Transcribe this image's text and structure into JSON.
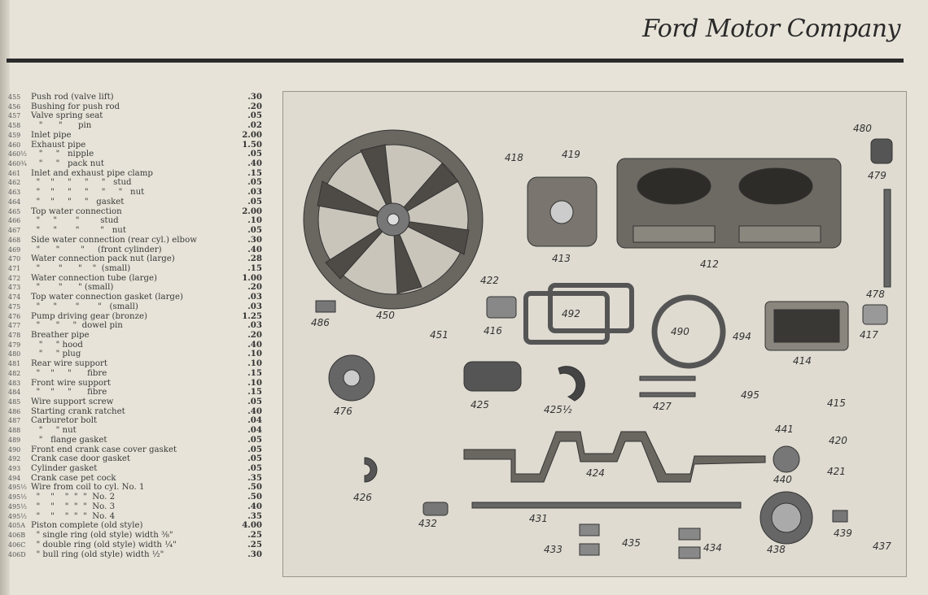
{
  "header": {
    "logo": "Ford Motor Company"
  },
  "parts_list": [
    {
      "num": "455",
      "desc": "Push rod (valve lift)",
      "price": ".30"
    },
    {
      "num": "456",
      "desc": "Bushing for push rod",
      "price": ".20"
    },
    {
      "num": "457",
      "desc": "Valve spring seat",
      "price": ".05"
    },
    {
      "num": "458",
      "desc": "   \"      \"      pin",
      "price": ".02"
    },
    {
      "num": "459",
      "desc": "Inlet pipe",
      "price": "2.00"
    },
    {
      "num": "460",
      "desc": "Exhaust pipe",
      "price": "1.50"
    },
    {
      "num": "460½",
      "desc": "   \"     \"   nipple",
      "price": ".05"
    },
    {
      "num": "460¾",
      "desc": "   \"     \"   pack nut",
      "price": ".40"
    },
    {
      "num": "461",
      "desc": "Inlet and exhaust pipe clamp",
      "price": ".15"
    },
    {
      "num": "462",
      "desc": "  \"    \"     \"     \"     \"   stud",
      "price": ".05"
    },
    {
      "num": "463",
      "desc": "  \"    \"     \"     \"     \"     \"   nut",
      "price": ".03"
    },
    {
      "num": "464",
      "desc": "  \"    \"     \"     \"   gasket",
      "price": ".05"
    },
    {
      "num": "465",
      "desc": "Top water connection",
      "price": "2.00"
    },
    {
      "num": "466",
      "desc": "  \"     \"       \"        stud",
      "price": ".10"
    },
    {
      "num": "467",
      "desc": "  \"     \"       \"        \"   nut",
      "price": ".05"
    },
    {
      "num": "468",
      "desc": "Side water connection (rear cyl.) elbow",
      "price": ".30"
    },
    {
      "num": "469",
      "desc": "  \"      \"        \"     (front cylinder)",
      "price": ".40"
    },
    {
      "num": "470",
      "desc": "Water connection pack nut (large)",
      "price": ".28"
    },
    {
      "num": "471",
      "desc": "  \"       \"      \"    \"  (small)",
      "price": ".15"
    },
    {
      "num": "472",
      "desc": "Water connection tube (large)",
      "price": "1.00"
    },
    {
      "num": "473",
      "desc": "  \"       \"      \" (small)",
      "price": ".20"
    },
    {
      "num": "474",
      "desc": "Top water connection gasket (large)",
      "price": ".03"
    },
    {
      "num": "475",
      "desc": "  \"     \"       \"       \"   (small)",
      "price": ".03"
    },
    {
      "num": "476",
      "desc": "Pump driving gear (bronze)",
      "price": "1.25"
    },
    {
      "num": "477",
      "desc": "  \"      \"     \"  dowel pin",
      "price": ".03"
    },
    {
      "num": "478",
      "desc": "Breather pipe",
      "price": ".20"
    },
    {
      "num": "479",
      "desc": "   \"     \" hood",
      "price": ".40"
    },
    {
      "num": "480",
      "desc": "   \"     \" plug",
      "price": ".10"
    },
    {
      "num": "481",
      "desc": "Rear wire support",
      "price": ".10"
    },
    {
      "num": "482",
      "desc": "  \"    \"     \"      fibre",
      "price": ".15"
    },
    {
      "num": "483",
      "desc": "Front wire support",
      "price": ".10"
    },
    {
      "num": "484",
      "desc": "  \"    \"     \"      fibre",
      "price": ".15"
    },
    {
      "num": "485",
      "desc": "Wire support screw",
      "price": ".05"
    },
    {
      "num": "486",
      "desc": "Starting crank ratchet",
      "price": ".40"
    },
    {
      "num": "487",
      "desc": "Carburetor bolt",
      "price": ".04"
    },
    {
      "num": "488",
      "desc": "   \"     \" nut",
      "price": ".04"
    },
    {
      "num": "489",
      "desc": "   \"   flange gasket",
      "price": ".05"
    },
    {
      "num": "490",
      "desc": "Front end crank case cover gasket",
      "price": ".05"
    },
    {
      "num": "492",
      "desc": "Crank case door gasket",
      "price": ".05"
    },
    {
      "num": "493",
      "desc": "Cylinder gasket",
      "price": ".05"
    },
    {
      "num": "494",
      "desc": "Crank case pet cock",
      "price": ".35"
    },
    {
      "num": "495½",
      "desc": "Wire from coil to cyl. No. 1",
      "price": ".50"
    },
    {
      "num": "495½",
      "desc": "  \"    \"    \"  \"  \"  No. 2",
      "price": ".50"
    },
    {
      "num": "495½",
      "desc": "  \"    \"    \"  \"  \"  No. 3",
      "price": ".40"
    },
    {
      "num": "495½",
      "desc": "  \"    \"    \"  \"  \"  No. 4",
      "price": ".35"
    },
    {
      "num": "405A",
      "desc": "Piston complete (old style)",
      "price": "4.00"
    },
    {
      "num": "406B",
      "desc": "  \" single ring (old style) width ⅜\"",
      "price": ".25"
    },
    {
      "num": "406C",
      "desc": "  \" double ring (old style) width ¼\"",
      "price": ".25"
    },
    {
      "num": "406D",
      "desc": "  \" bull ring (old style) width ½\"",
      "price": ".30"
    }
  ],
  "figure": {
    "labels": [
      "480",
      "418",
      "419",
      "479",
      "413",
      "412",
      "422",
      "478",
      "486",
      "450",
      "451",
      "416",
      "492",
      "490",
      "494",
      "414",
      "417",
      "476",
      "425",
      "425½",
      "427",
      "495",
      "415",
      "441",
      "420",
      "426",
      "424",
      "440",
      "421",
      "432",
      "431",
      "439",
      "437",
      "438",
      "433",
      "435",
      "434"
    ]
  }
}
